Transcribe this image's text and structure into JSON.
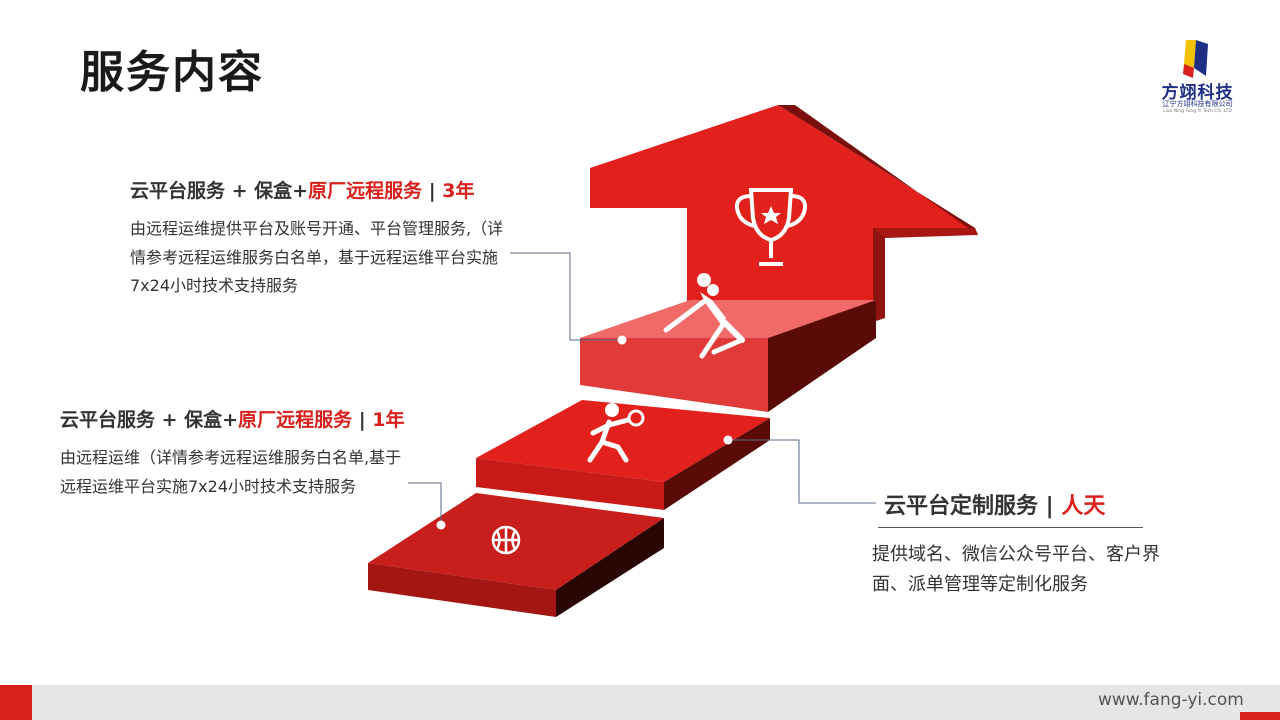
{
  "page": {
    "title": "服务内容"
  },
  "logo": {
    "name": "方翊科技",
    "subtitle": "辽宁方翊科技有限公司",
    "english": "Liao Ning Fang Yi Tech CO.,LTD"
  },
  "services": [
    {
      "heading_prefix": "云平台服务 + 保盒+",
      "heading_highlight": "原厂远程服务",
      "heading_separator": " | ",
      "heading_suffix": "3年",
      "description": "由远程运维提供平台及账号开通、平台管理服务,（详情参考远程运维服务白名单，基于远程运维平台实施7x24小时技术支持服务"
    },
    {
      "heading_prefix": "云平台服务 + 保盒+",
      "heading_highlight": "原厂远程服务",
      "heading_separator": " | ",
      "heading_suffix": "1年",
      "description": "由远程运维（详情参考远程运维服务白名单,基于远程运维平台实施7x24小时技术支持服务"
    },
    {
      "heading_prefix": "云平台定制服务",
      "heading_separator": " | ",
      "heading_suffix": "人天",
      "description": "提供域名、微信公众号平台、客户界面、派单管理等定制化服务"
    }
  ],
  "footer": {
    "url": "www.fang-yi.com"
  },
  "colors": {
    "accent_red": "#d9201c",
    "dark_red": "#8f1410",
    "light_red": "#f06a6a",
    "logo_blue": "#1f2f86",
    "footer_gray": "#e6e6e6"
  },
  "icons": [
    "trophy-icon",
    "basketball-dunk-icon",
    "runner-icon",
    "basketball-icon"
  ]
}
